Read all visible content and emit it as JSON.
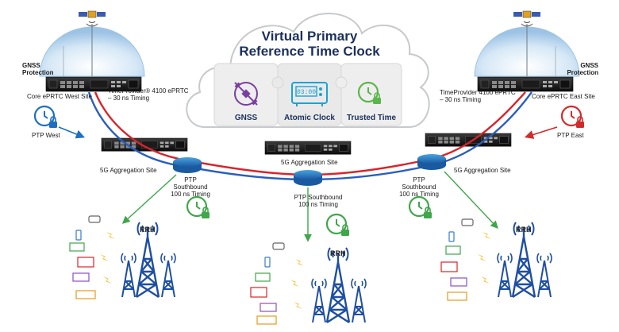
{
  "title": {
    "line1": "Virtual Primary",
    "line2": "Reference Time Clock"
  },
  "cloud": {
    "pieces": [
      {
        "label": "GNSS",
        "icon": "gnss-satellite-icon"
      },
      {
        "label": "Atomic Clock",
        "icon": "atomic-clock-icon",
        "clock_text": "03:00"
      },
      {
        "label": "Trusted Time",
        "icon": "trusted-time-clock-icon"
      }
    ]
  },
  "west": {
    "gnss_label": "GNSS\nProtection",
    "site_label": "Core ePRTC West Site",
    "device_label": "TimeProvider® 4100 ePRTC\n– 30 ns Timing",
    "ptp_label": "PTP West",
    "aggregation_label": "5G Aggregation Site",
    "southbound_label": "PTP Southbound\n100 ns Timing",
    "rrh_label": "RRH"
  },
  "center": {
    "aggregation_label": "5G Aggregation Site",
    "southbound_label": "PTP Southbound\n100 ns Timing",
    "rrh_label": "RRH"
  },
  "east": {
    "gnss_label": "GNSS\nProtection",
    "site_label": "Core ePRTC East Site",
    "device_label": "TimeProvider 4100 ePRTC\n– 30 ns Timing",
    "ptp_label": "PTP East",
    "aggregation_label": "5G Aggregation Site",
    "southbound_label": "PTP Southbound\n100 ns Timing",
    "rrh_label": "RRH"
  },
  "colors": {
    "navy": "#1b2f5c",
    "ptp_west_blue": "#1e6fc2",
    "ptp_east_red": "#d22a2a",
    "ring_red": "#d8232a",
    "ring_blue": "#2a5dbe",
    "southbound_green": "#3fa64a",
    "tower_blue": "#1f4fa0",
    "lightning_yellow": "#f2b711",
    "gnss_purple": "#7a3fa0",
    "atomic_teal": "#1aa3d4",
    "trusted_green": "#5bb64a",
    "dome_blue": "#b9d7ef"
  }
}
